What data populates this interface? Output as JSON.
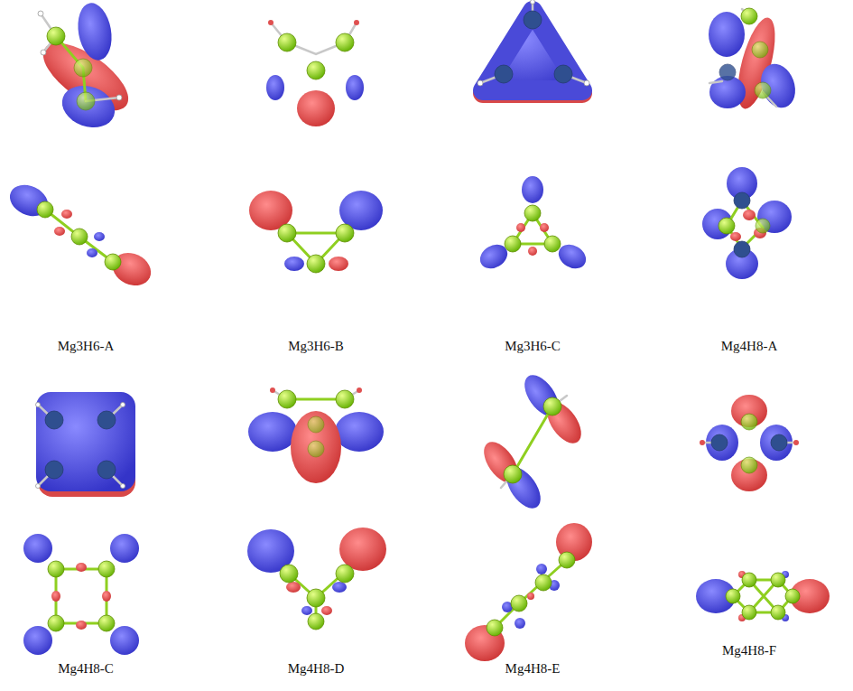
{
  "diagram": {
    "labels": [
      "Mg3H6-A",
      "Mg3H6-B",
      "Mg3H6-C",
      "Mg4H8-A",
      "Mg4H8-C",
      "Mg4H8-D",
      "Mg4H8-E",
      "Mg4H8-F"
    ]
  }
}
